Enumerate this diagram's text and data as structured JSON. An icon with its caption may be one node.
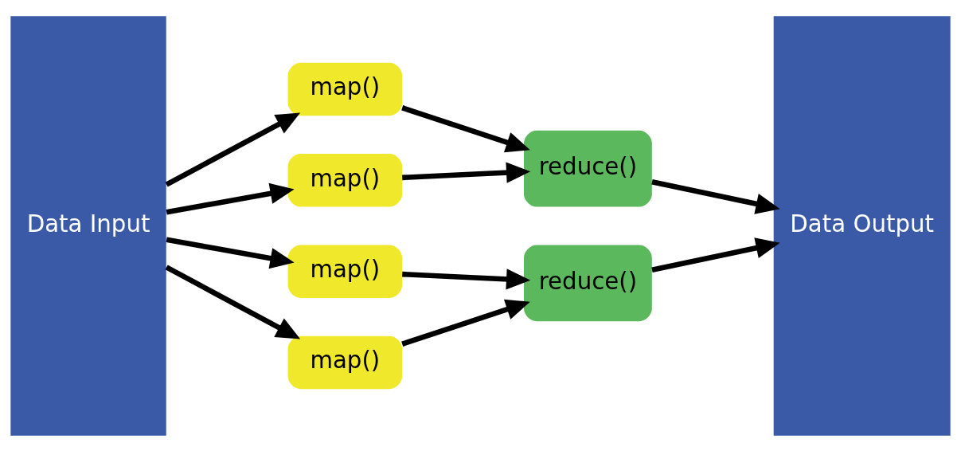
{
  "diagram": {
    "nodes": [
      {
        "text": [
          "Data Input"
        ]
      },
      {
        "text": [
          "map()"
        ]
      },
      {
        "text": [
          "map()"
        ]
      },
      {
        "text": [
          "map()"
        ]
      },
      {
        "text": [
          "map()"
        ]
      },
      {
        "text": [
          "reduce()"
        ]
      },
      {
        "text": [
          "reduce()"
        ]
      },
      {
        "text": [
          "Data Output"
        ]
      }
    ],
    "edges": [
      {
        "from": 0,
        "to": 1,
        "arrow": "to"
      },
      {
        "from": 0,
        "to": 2,
        "arrow": "to"
      },
      {
        "from": 0,
        "to": 3,
        "arrow": "to"
      },
      {
        "from": 0,
        "to": 4,
        "arrow": "to"
      },
      {
        "from": 1,
        "to": 5,
        "arrow": "to"
      },
      {
        "from": 2,
        "to": 5,
        "arrow": "to"
      },
      {
        "from": 3,
        "to": 6,
        "arrow": "to"
      },
      {
        "from": 4,
        "to": 6,
        "arrow": "to"
      },
      {
        "from": 5,
        "to": 7,
        "arrow": "to"
      },
      {
        "from": 6,
        "to": 7,
        "arrow": "to"
      }
    ]
  }
}
